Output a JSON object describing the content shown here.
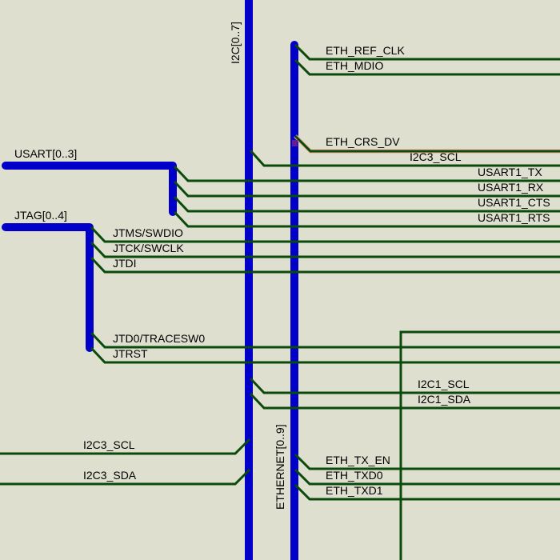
{
  "schematic": {
    "buses": {
      "i2c": "I2C[0..7]",
      "ethernet": "ETHERNET[0..9]",
      "usart": "USART[0..3]",
      "jtag": "JTAG[0..4]"
    },
    "nets": {
      "eth_ref_clk": "ETH_REF_CLK",
      "eth_mdio": "ETH_MDIO",
      "eth_crs_dv": "ETH_CRS_DV",
      "i2c3_scl_top": "I2C3_SCL",
      "usart1_tx": "USART1_TX",
      "usart1_rx": "USART1_RX",
      "usart1_cts": "USART1_CTS",
      "usart1_rts": "USART1_RTS",
      "jtms_swdio": "JTMS/SWDIO",
      "jtck_swclk": "JTCK/SWCLK",
      "jtdi": "JTDI",
      "jtdo_tracesw0": "JTD0/TRACESW0",
      "jtrst": "JTRST",
      "i2c1_scl": "I2C1_SCL",
      "i2c1_sda": "I2C1_SDA",
      "i2c3_scl_left": "I2C3_SCL",
      "i2c3_sda_left": "I2C3_SDA",
      "eth_tx_en": "ETH_TX_EN",
      "eth_txd0": "ETH_TXD0",
      "eth_txd1": "ETH_TXD1"
    },
    "colors": {
      "background": "#dfdfd0",
      "bus": "#0000c8",
      "wire": "#0a4a0a",
      "highlight": "#e8a890"
    }
  }
}
